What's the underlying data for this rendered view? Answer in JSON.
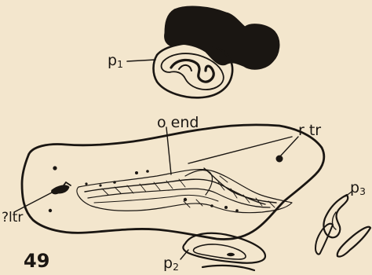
{
  "figure": {
    "number": "49",
    "labels": {
      "p1_base": "p",
      "p1_sub": "1",
      "o_end": "o end",
      "r_tr": "r tr",
      "p3_base": "p",
      "p3_sub": "3",
      "l_tr": "?ltr",
      "p2_base": "p",
      "p2_sub": "2"
    }
  },
  "colors": {
    "background": "#f3e6cd",
    "ink": "#1a1612"
  }
}
